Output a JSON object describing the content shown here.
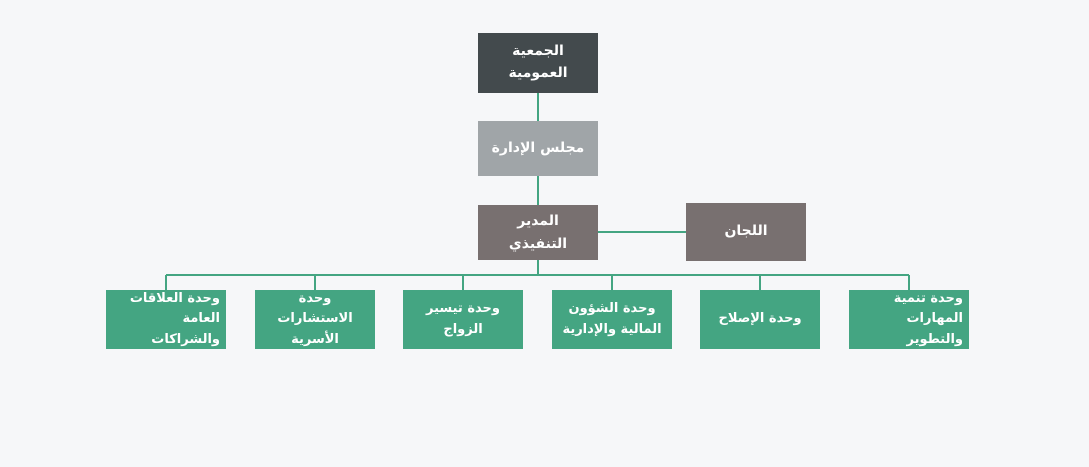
{
  "chart": {
    "general_assembly": "الجمعية العمومية",
    "board": "مجلس الإدارة",
    "executive_director_line1": "المدير",
    "executive_director_line2": "التنفيذي",
    "committees": "اللجان",
    "units": [
      {
        "line1": "وحدة تنمية المهارات",
        "line2": "والتطوير"
      },
      {
        "line1": "وحدة الإصلاح",
        "line2": ""
      },
      {
        "line1": "وحدة الشؤون",
        "line2": "المالية والإدارية"
      },
      {
        "line1": "وحدة تيسير الزواج",
        "line2": ""
      },
      {
        "line1": "وحدة الاستشارات",
        "line2": "الأسرية"
      },
      {
        "line1": "وحدة العلاقات",
        "line2": "العامة والشراكات"
      }
    ]
  },
  "colors": {
    "background": "#f6f7f9",
    "connector": "#44a582",
    "general_assembly": "#434a4d",
    "board": "#a0a5a8",
    "executive": "#787070",
    "unit": "#44a582"
  }
}
